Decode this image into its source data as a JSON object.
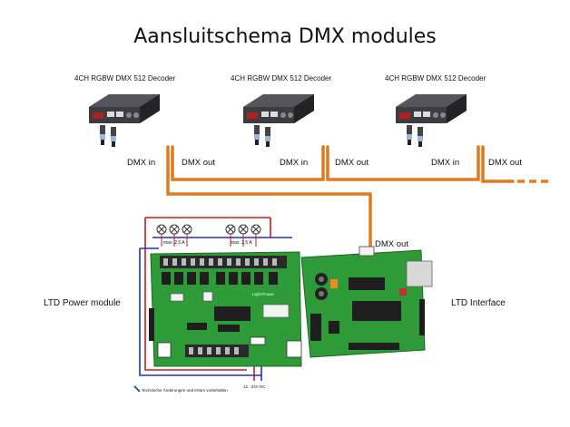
{
  "title": "Aansluitschema DMX modules",
  "decoders": [
    {
      "label": "4CH RGBW DMX 512 Decoder",
      "in_label": "DMX in",
      "out_label": "DMX out"
    },
    {
      "label": "4CH RGBW DMX 512 Decoder",
      "in_label": "DMX in",
      "out_label": "DMX out"
    },
    {
      "label": "4CH RGBW DMX 512 Decoder",
      "in_label": "DMX in",
      "out_label": "DMX out"
    }
  ],
  "board": {
    "dmx_out_label": "DMX out",
    "power_module_label": "LTD Power module",
    "interface_label": "LTD Interface",
    "fuse_left": "max. 2,5 A",
    "fuse_right": "max. 2,5 A",
    "supply_label": "12...24V DC",
    "footer_note": "Technische Änderungen und Irrtum vorbehalten",
    "chip_label": "Light-Power"
  },
  "colors": {
    "cable": "#e07a1f",
    "pcb": "#2f9a38",
    "wire_red": "#d01818",
    "wire_blue": "#2030c0",
    "decoder_body": "#333438"
  }
}
